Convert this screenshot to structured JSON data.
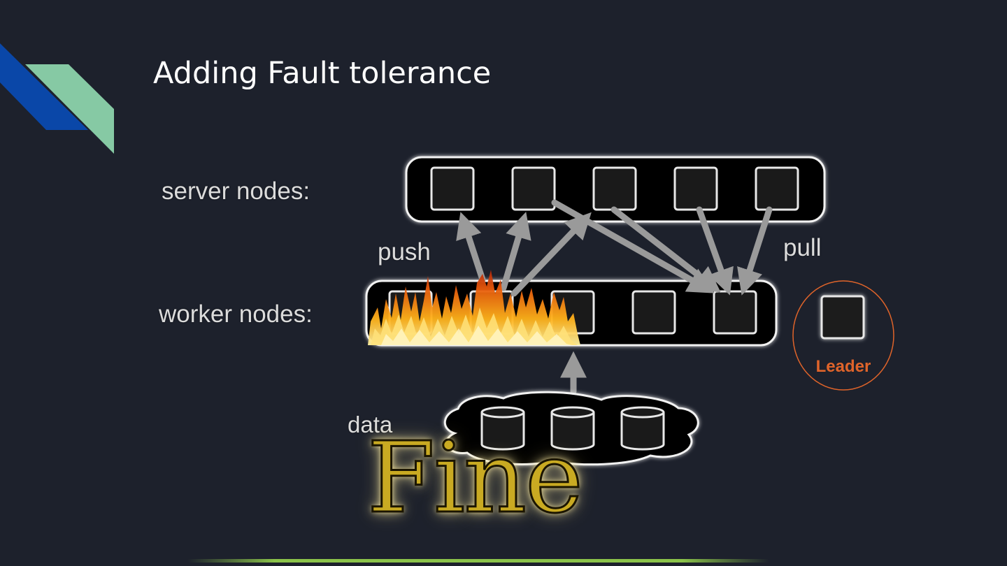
{
  "slide": {
    "title": "Adding Fault tolerance"
  },
  "diagram": {
    "server_label": "server nodes:",
    "worker_label": "worker nodes:",
    "push_label": "push",
    "pull_label": "pull",
    "data_label": "data",
    "leader_label": "Leader",
    "overlay_text": "Fine",
    "server_node_count": 5,
    "worker_node_count": 5,
    "data_shard_count": 3
  },
  "colors": {
    "background": "#1d212c",
    "accent_blue": "#0a47a8",
    "accent_green": "#86c9a4",
    "leader": "#e0642a",
    "fine_text": "#c9aa22",
    "fire": "#f28a0e"
  }
}
